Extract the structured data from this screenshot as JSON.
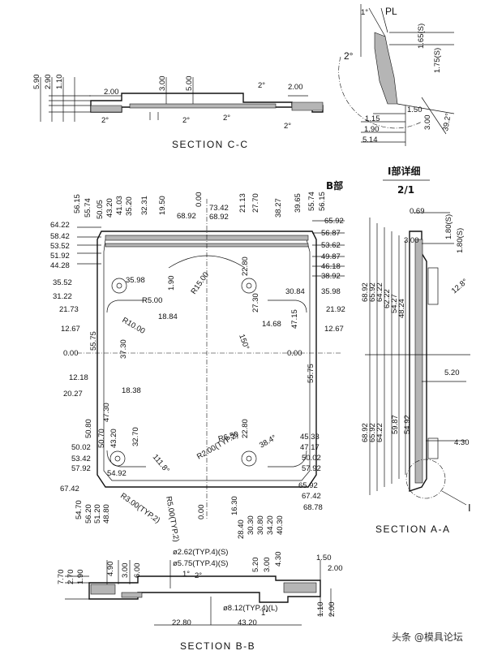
{
  "section_cc": {
    "title": "SECTION C-C",
    "dims_vertical": [
      "5.90",
      "2.90",
      "1.10",
      "2.00",
      "3.00",
      "5.00"
    ],
    "dims_horizontal": [
      "2.00",
      "2.00"
    ],
    "angles": [
      "2°",
      "2°",
      "2°",
      "2°",
      "2°"
    ]
  },
  "pl_detail": {
    "pl_label": "PL",
    "angles": [
      "1°",
      "2°"
    ],
    "dims": [
      "1.65(S)",
      "1.75(S)",
      "1.50",
      "3.00",
      "1.15",
      "1.90",
      "5.14",
      "39.2°"
    ]
  },
  "detail_title": {
    "line1": "I部详细",
    "line2": "2/1"
  },
  "b_label": "B部",
  "plan": {
    "top_dims": [
      "56.15",
      "55.74",
      "50.05",
      "43.20",
      "41.03",
      "35.20",
      "32.31",
      "19.50",
      "0.00",
      "68.92",
      "73.42",
      "68.92",
      "21.13",
      "27.70",
      "38.27",
      "39.65",
      "55.74",
      "56.15"
    ],
    "left_dims": [
      "64.22",
      "58.42",
      "53.52",
      "51.92",
      "44.28",
      "35.52",
      "31.22",
      "21.73",
      "12.67",
      "0.00",
      "12.18",
      "20.27",
      "50.02",
      "53.42",
      "57.92",
      "67.42"
    ],
    "right_dims": [
      "65.92",
      "56.87",
      "53.62",
      "49.87",
      "46.18",
      "38.92",
      "35.98",
      "21.92",
      "12.67",
      "0.00",
      "45.33",
      "47.17",
      "50.02",
      "57.92",
      "65.92",
      "67.42",
      "68.78"
    ],
    "inner_dims": [
      "35.98",
      "R5.00",
      "18.84",
      "R10.00",
      "1.90",
      "R15.00",
      "22.80",
      "27.30",
      "30.84",
      "14.68",
      "150°",
      "47.15",
      "37.30",
      "55.75",
      "55.75",
      "18.38",
      "50.80",
      "47.30",
      "50.70",
      "43.20",
      "32.70",
      "54.92",
      "111.8°",
      "R2.00(TYP.2)",
      "R6.50",
      "22.80",
      "38.4°",
      "R3.00(TYP.2)",
      "R5.00(TYP.2)",
      "0.00",
      "16.30"
    ],
    "bottom_dims": [
      "54.70",
      "56.20",
      "51.20",
      "48.80",
      "28.40",
      "30.30",
      "30.80",
      "34.20",
      "40.30"
    ]
  },
  "section_aa": {
    "title": "SECTION A-A",
    "dims": [
      "0.69",
      "1.80(S)",
      "1.80(S)",
      "3.00",
      "12.8°",
      "68.92",
      "65.92",
      "64.22",
      "62.22",
      "54.27",
      "48.24",
      "5.20",
      "68.92",
      "65.92",
      "64.22",
      "59.87",
      "54.92",
      "4.30"
    ],
    "detail_marker": "I"
  },
  "section_bb": {
    "title": "SECTION B-B",
    "dims_top": [
      "ø2.62(TYP.4)(S)",
      "ø5.75(TYP.4)(S)",
      "1.50",
      "2.00"
    ],
    "dims_left": [
      "7.70",
      "2.70",
      "1.90",
      "4.90",
      "3.00",
      "6.00"
    ],
    "dims_mid": [
      "5.20",
      "3.00",
      "4.30",
      "1°",
      "2°",
      "1°"
    ],
    "dims_bottom": [
      "ø8.12(TYP.4)(L)",
      "22.80",
      "43.20",
      "1.10",
      "2.00"
    ]
  },
  "watermark": "头条 @模具论坛"
}
